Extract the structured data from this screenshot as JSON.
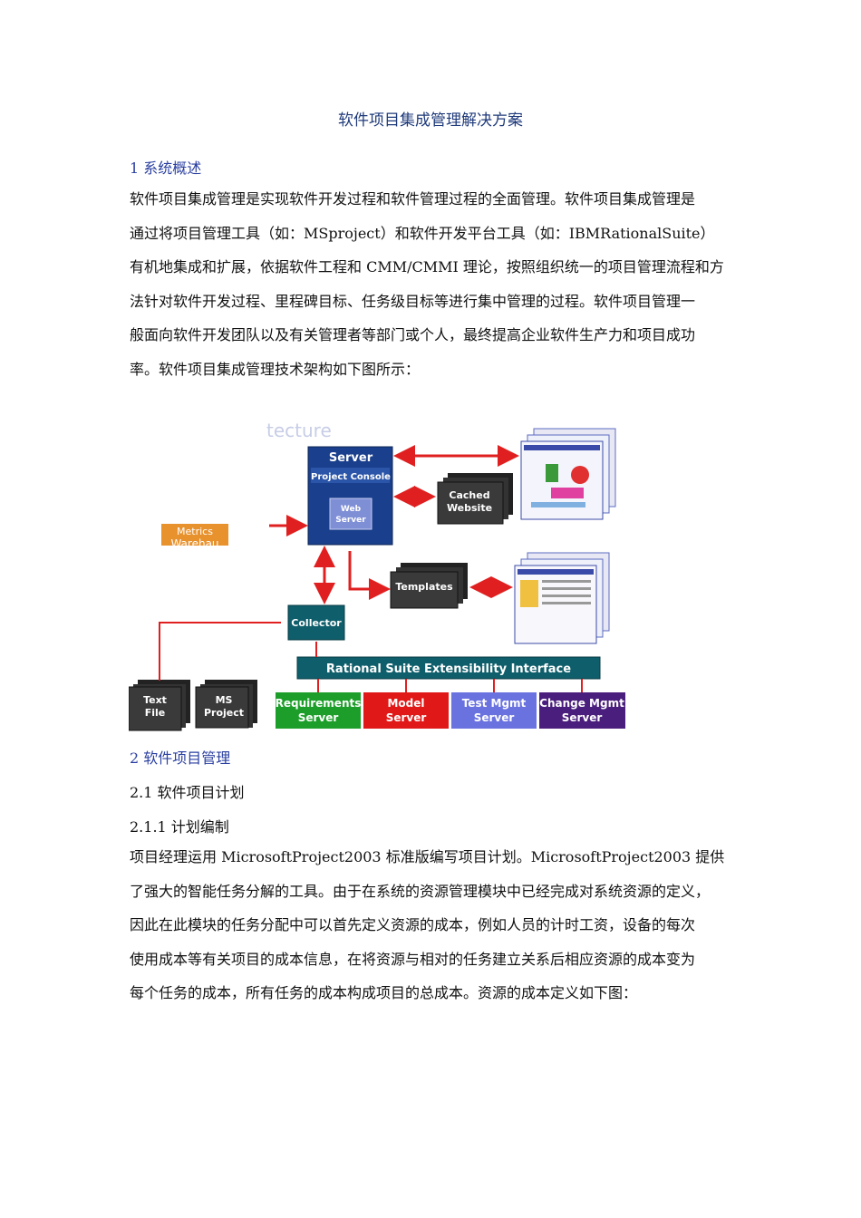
{
  "title": "软件项目集成管理解决方案",
  "section1": {
    "heading": "1 系统概述",
    "lines": [
      "软件项目集成管理是实现软件开发过程和软件管理过程的全面管理。软件项目集成管理是",
      "通过将项目管理工具（如：MSproject）和软件开发平台工具（如：IBMRationalSuite）",
      "有机地集成和扩展，依据软件工程和 CMM/CMMI 理论，按照组织统一的项目管理流程和方",
      "法针对软件开发过程、里程碑目标、任务级目标等进行集中管理的过程。软件项目管理一",
      "般面向软件开发团队以及有关管理者等部门或个人，最终提高企业软件生产力和项目成功",
      "率。软件项目集成管理技术架构如下图所示："
    ]
  },
  "diagram": {
    "watermark": "tecture",
    "server": "Server",
    "project_console": "Project Console",
    "web_server_1": "Web",
    "web_server_2": "Server",
    "cached_1": "Cached",
    "cached_2": "Website",
    "metrics_1": "Metrics",
    "metrics_2": "Warehau",
    "templates": "Templates",
    "collector": "Collector",
    "rsei": "Rational Suite Extensibility Interface",
    "text_file_1": "Text",
    "text_file_2": "File",
    "ms_project_1": "MS",
    "ms_project_2": "Project",
    "req_1": "Requirements",
    "req_2": "Server",
    "model_1": "Model",
    "model_2": "Server",
    "test_1": "Test Mgmt",
    "test_2": "Server",
    "change_1": "Change Mgmt",
    "change_2": "Server",
    "colors": {
      "server_blue": "#1a3f8c",
      "teal": "#0e5e6b",
      "arrow_red": "#e02020",
      "req_green": "#1d9e2a",
      "model_red": "#e01818",
      "test_blue": "#6a72e0",
      "change_purple": "#4a1e7c",
      "metrics_orange": "#e8922e"
    }
  },
  "section2": {
    "heading": "2 软件项目管理",
    "sub1": "2.1 软件项目计划",
    "sub2": "2.1.1 计划编制",
    "lines": [
      "项目经理运用 MicrosoftProject2003 标准版编写项目计划。MicrosoftProject2003 提供",
      "了强大的智能任务分解的工具。由于在系统的资源管理模块中已经完成对系统资源的定义，",
      "因此在此模块的任务分配中可以首先定义资源的成本，例如人员的计时工资，设备的每次",
      "使用成本等有关项目的成本信息，在将资源与相对的任务建立关系后相应资源的成本变为",
      "每个任务的成本，所有任务的成本构成项目的总成本。资源的成本定义如下图："
    ]
  }
}
